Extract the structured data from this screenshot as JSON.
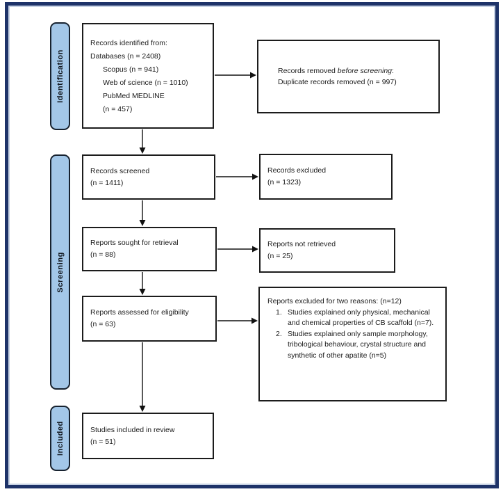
{
  "colors": {
    "frame_border": "#1e3369",
    "frame_inner_line": "#c7d2e4",
    "stage_label_fill": "#a3c7e8",
    "stage_label_border": "#17222f",
    "box_border": "#1c1c1c",
    "text": "#1a1a1a",
    "arrow": "#111111"
  },
  "stages": {
    "identification": {
      "label": "Identification"
    },
    "screening": {
      "label": "Screening"
    },
    "included": {
      "label": "Included"
    }
  },
  "boxes": {
    "records_identified": {
      "line1": "Records identified from:",
      "line2": "Databases (n = 2408)",
      "indented_lines": [
        "Scopus (n = 941)",
        "Web of science (n = 1010)",
        "PubMed MEDLINE",
        "(n = 457)"
      ]
    },
    "records_removed": {
      "text_prefix": "Records removed ",
      "text_italic": "before screening",
      "text_suffix": ":",
      "line2": "Duplicate records removed (n = 997)"
    },
    "records_screened": {
      "line1": "Records screened",
      "line2": "(n = 1411)"
    },
    "records_excluded": {
      "line1": "Records excluded",
      "line2": "(n = 1323)"
    },
    "reports_sought": {
      "line1": "Reports sought for retrieval",
      "line2": "(n = 88)"
    },
    "reports_not_retrieved": {
      "line1": "Reports not retrieved",
      "line2": "(n = 25)"
    },
    "reports_assessed": {
      "line1": "Reports assessed for eligibility",
      "line2": "(n = 63)"
    },
    "reports_excluded_reasons": {
      "title": "Reports excluded for two reasons: (n=12)",
      "reasons": [
        "Studies explained only physical, mechanical and chemical properties of CB scaffold (n=7).",
        "Studies explained only sample morphology, tribological behaviour, crystal structure and synthetic of other apatite (n=5)"
      ]
    },
    "studies_included": {
      "line1": "Studies included in review",
      "line2": "(n = 51)"
    }
  }
}
